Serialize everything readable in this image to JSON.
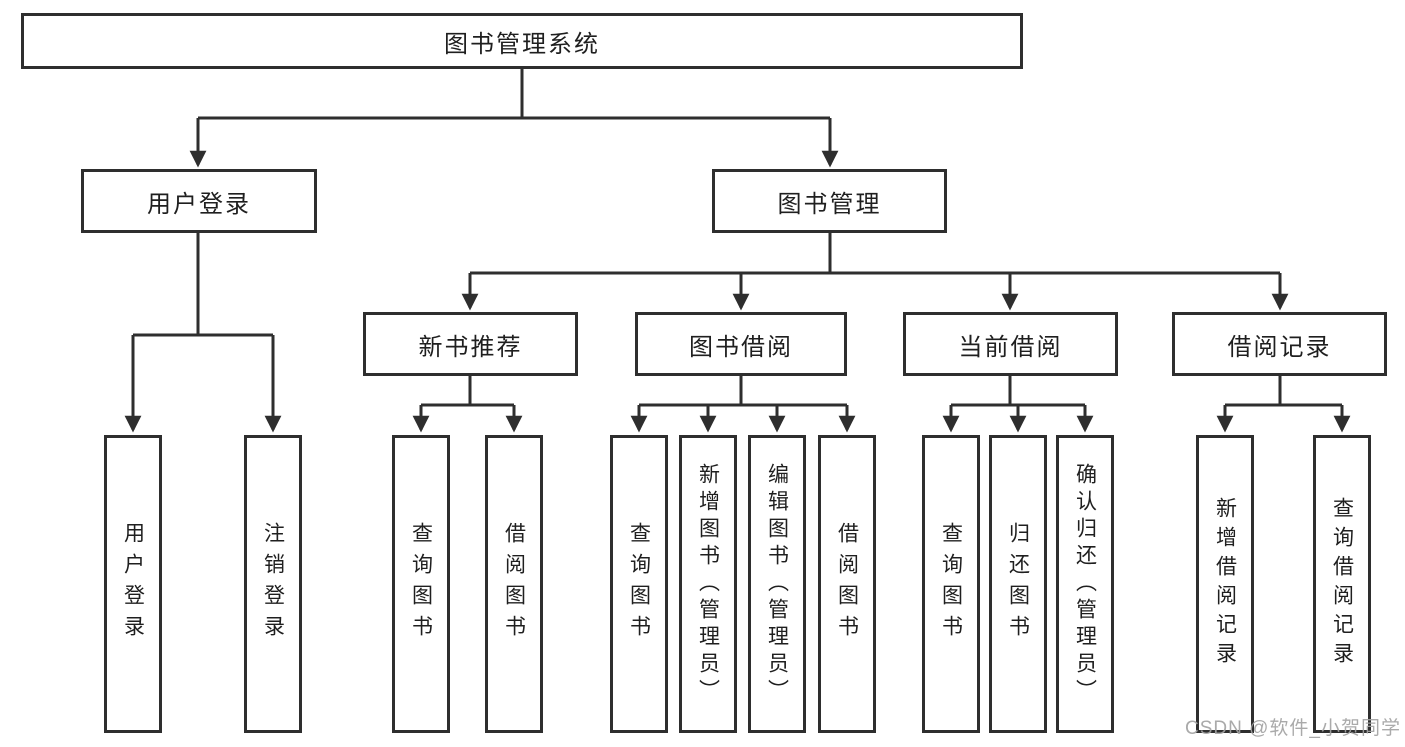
{
  "diagram_title": "图书管理系统",
  "colors": {
    "background": "#ffffff",
    "line": "#2e2e2e",
    "box_border": "#2e2e2e",
    "text": "#1f1f1f",
    "watermark": "#a3a3a3"
  },
  "nodes": {
    "root": {
      "label": "图书管理系统"
    },
    "level2": [
      {
        "label": "用户登录"
      },
      {
        "label": "图书管理"
      }
    ],
    "level3": [
      {
        "label": "新书推荐"
      },
      {
        "label": "图书借阅"
      },
      {
        "label": "当前借阅"
      },
      {
        "label": "借阅记录"
      }
    ],
    "leaves": [
      {
        "label": "用户登录"
      },
      {
        "label": "注销登录"
      },
      {
        "label": "查询图书"
      },
      {
        "label": "借阅图书"
      },
      {
        "label": "查询图书"
      },
      {
        "label": "新增图书（管理员）"
      },
      {
        "label": "编辑图书（管理员）"
      },
      {
        "label": "借阅图书"
      },
      {
        "label": "查询图书"
      },
      {
        "label": "归还图书"
      },
      {
        "label": "确认归还（管理员）"
      },
      {
        "label": "新增借阅记录"
      },
      {
        "label": "查询借阅记录"
      }
    ]
  },
  "watermark": {
    "text": "CSDN @软件_小贺同学"
  }
}
